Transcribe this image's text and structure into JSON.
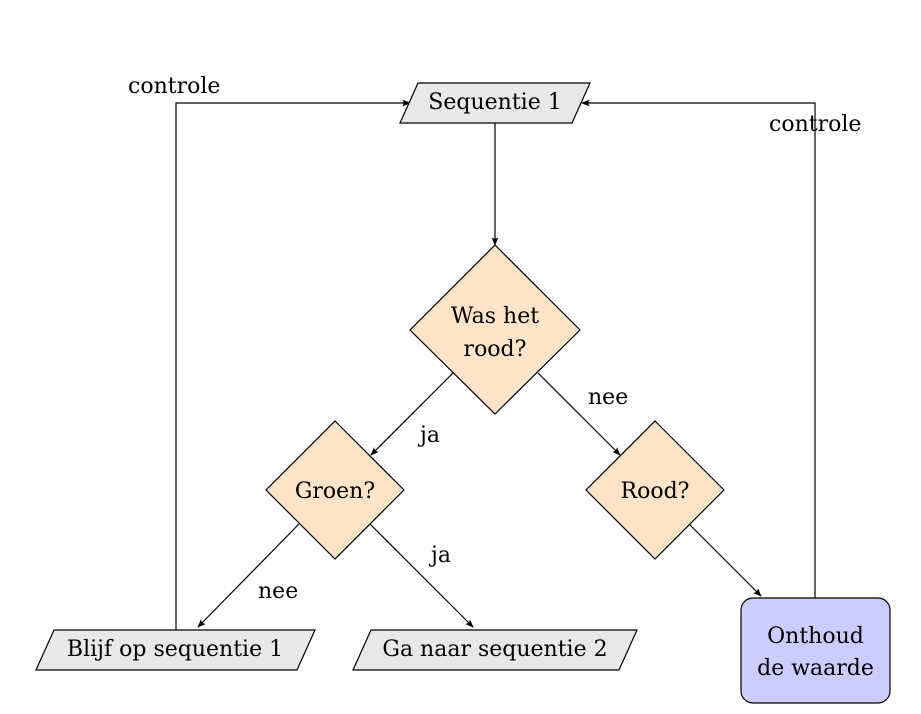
{
  "colors": {
    "io_fill": "#e8e8e8",
    "decision_fill": "#fde3c8",
    "process_fill": "#ccccff",
    "stroke": "#000000"
  },
  "nodes": {
    "sequence1": {
      "label": "Sequentie 1"
    },
    "decision_was_red": {
      "line1": "Was het",
      "line2": "rood?"
    },
    "decision_green": {
      "label": "Groen?"
    },
    "decision_red": {
      "label": "Rood?"
    },
    "stay_sequence1": {
      "label": "Blijf op sequentie 1"
    },
    "go_sequence2": {
      "label": "Ga naar sequentie 2"
    },
    "remember_value": {
      "line1": "Onthoud",
      "line2": "de waarde"
    }
  },
  "edge_labels": {
    "was_red_to_green": "ja",
    "was_red_to_red": "nee",
    "green_to_sequence2": "ja",
    "green_to_stay": "nee",
    "loop_left": "controle",
    "loop_right": "controle"
  }
}
